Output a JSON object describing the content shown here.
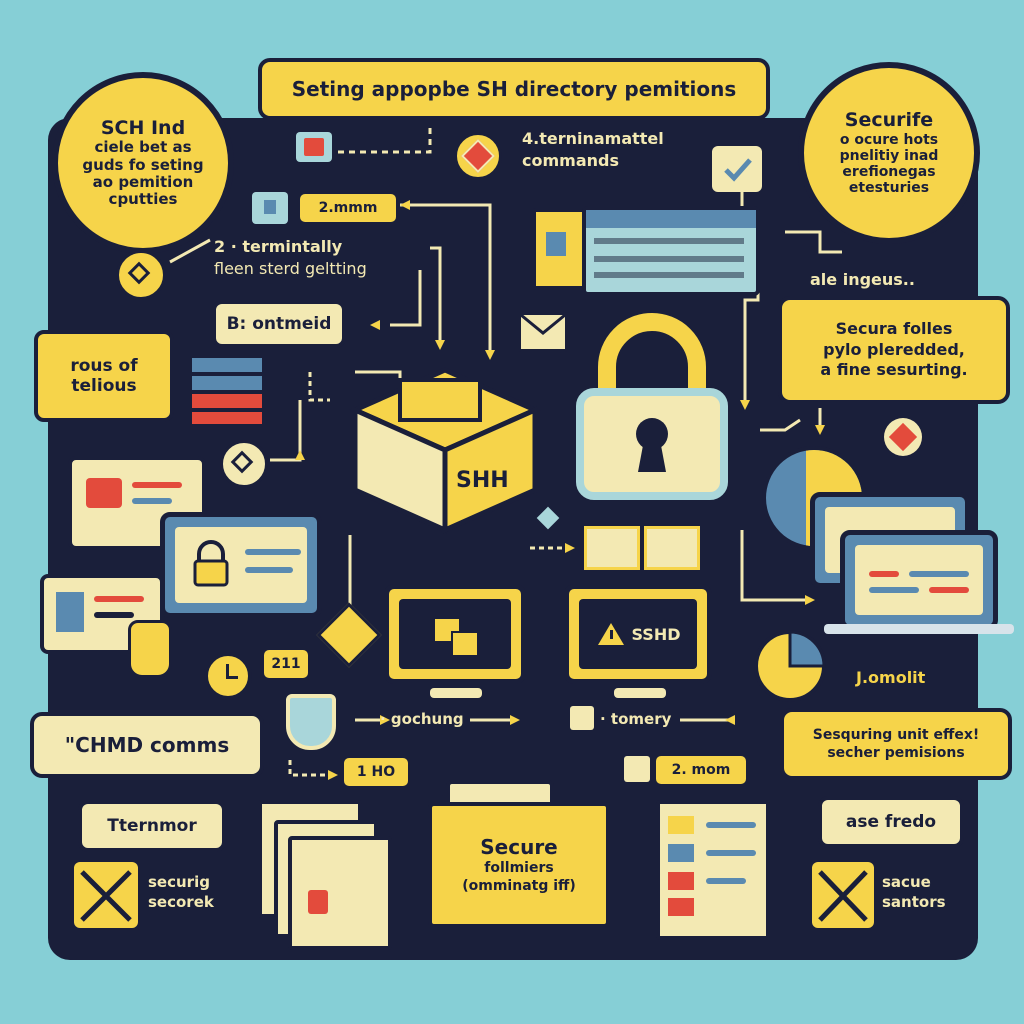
{
  "title": "Seting appopbe SH directory pemitions",
  "circle_left": {
    "line1": "SCH Ind",
    "line2": "ciele bet as",
    "line3": "guds fo seting",
    "line4": "ao pemition",
    "line5": "cputties"
  },
  "circle_right": {
    "line1": "Securife",
    "line2": "o ocure hots",
    "line3": "pnelitiy inad",
    "line4": "erefionegas",
    "line5": "etesturies"
  },
  "terminal_commands": {
    "line1": "4.terninamattel",
    "line2": "commands"
  },
  "tag_2mmm": "2.mmm",
  "step_2": {
    "line1": "2 · termintally",
    "line2": "fleen sterd geltting"
  },
  "b_ontmeid": "B: ontmeid",
  "rous_box": {
    "line1": "rous of",
    "line2": "telious"
  },
  "note_box": "ale ingeus..",
  "secura_box": {
    "line1": "Secura folles",
    "line2": "pylo pleredded,",
    "line3": "a fine sesurting."
  },
  "box_label": "SHH",
  "sshd_label": "SSHD",
  "num_211": "211",
  "jomolit": "J.omolit",
  "chmd_box": "\"CHMD comms",
  "gochung": "· gochung",
  "tomery": "· tomery",
  "tag_1ho": "1 HO",
  "tag_2mom": "2. mom",
  "securing_box": {
    "line1": "Sesquring unit effex!",
    "line2": "secher pemisions"
  },
  "ttermnor": "Tternmor",
  "asefredo": "ase fredo",
  "securig": {
    "line1": "securig",
    "line2": "secorek"
  },
  "sacue": {
    "line1": "sacue",
    "line2": "santors"
  },
  "folder": {
    "line1": "Secure",
    "line2": "follmiers",
    "line3": "(omminatg iff)"
  },
  "colors": {
    "background": "#86cfd6",
    "panel": "#1a1f3a",
    "yellow": "#f6d44a",
    "cream": "#f3e9b3",
    "red": "#e34b3c",
    "blue": "#5a8ab0"
  }
}
